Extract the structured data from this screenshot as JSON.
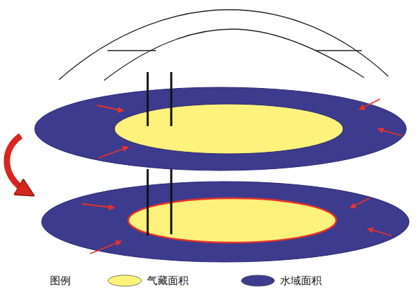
{
  "diagram": {
    "labels": [
      "图例"
    ],
    "legend": [
      {
        "text": "气藏面积",
        "color": "#fdf27c"
      },
      {
        "text": "水域面积",
        "color": "#3d3b8e"
      }
    ]
  }
}
